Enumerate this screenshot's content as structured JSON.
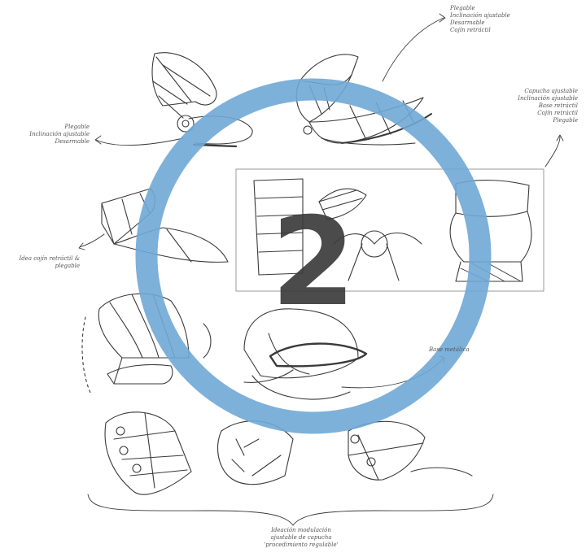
{
  "notes": {
    "top_right": "Plegable\nInclinación ajustable\nDesarmable\nCojín retráctil",
    "left_top": "Plegable\nInclinación ajustable\nDesarmable",
    "right_mid": "Capucha ajustable\nInclinación ajustable\nBase retráctil\nCojín retráctil\nPlegable",
    "left_mid": "Idea cojín retráctil &\nplegable",
    "base": "Base metálica",
    "bottom": "Ideación modulación\najustable de capucha\n'procedimiento regulable'"
  },
  "badge": {
    "number": "2",
    "ring_color": "#6fa8d6",
    "number_color": "#3c3c3c"
  },
  "icons": [
    "sketch-canopy",
    "sketch-stroller",
    "sketch-seat",
    "sketch-frame",
    "arrow"
  ]
}
